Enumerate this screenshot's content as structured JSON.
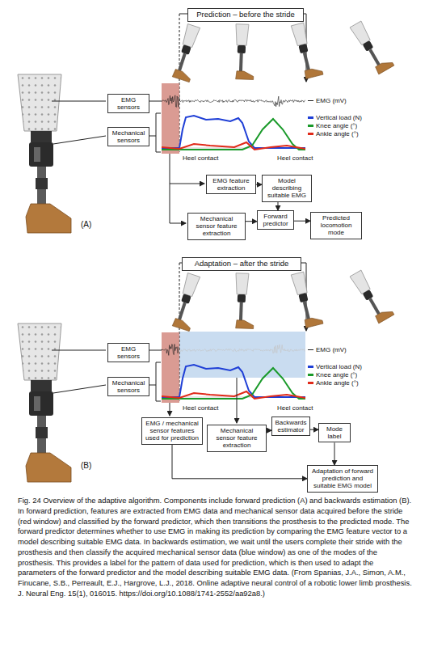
{
  "diagram": {
    "caption": "Fig. 24 Overview of the adaptive algorithm. Components include forward prediction (A) and backwards estimation (B). In forward prediction, features are extracted from EMG data and mechanical sensor data acquired before the stride (red window) and classified by the forward predictor, which then transitions the prosthesis to the predicted mode. The forward predictor determines whether to use EMG in making its prediction by comparing the EMG feature vector to a model describing suitable EMG data. In backwards estimation, we wait until the users complete their stride with the prosthesis and then classify the acquired mechanical sensor data (blue window) as one of the modes of the prosthesis. This provides a label for the pattern of data used for prediction, which is then used to adapt the parameters of the forward predictor and the model describing suitable EMG data. (From Spanias, J.A., Simon, A.M., Finucane, S.B., Perreault, E.J., Hargrove, L.J., 2018. Online adaptive neural control of a robotic lower limb prosthesis. J. Neural Eng. 15(1), 016015. https://doi.org/10.1088/1741-2552/aa92a8.)",
    "nodes": [
      {
        "text": [
          "Prediction – before the stride"
        ]
      },
      {
        "text": [
          "EMG sensors"
        ]
      },
      {
        "text": [
          "Mechanical sensors"
        ]
      },
      {
        "text": [
          "EMG feature extraction"
        ]
      },
      {
        "text": [
          "Model describing suitable EMG"
        ]
      },
      {
        "text": [
          "Mechanical sensor feature extraction"
        ]
      },
      {
        "text": [
          "Forward predictor"
        ]
      },
      {
        "text": [
          "Predicted locomotion mode"
        ]
      },
      {
        "text": [
          "Adaptation – after the stride"
        ]
      },
      {
        "text": [
          "EMG sensors"
        ]
      },
      {
        "text": [
          "Mechanical sensors"
        ]
      },
      {
        "text": [
          "EMG / mechanical sensor features used for prediction"
        ]
      },
      {
        "text": [
          "Mechanical sensor feature extraction"
        ]
      },
      {
        "text": [
          "Backwards estimator"
        ]
      },
      {
        "text": [
          "Mode label"
        ]
      },
      {
        "text": [
          "Adaptation of forward prediction and suitable EMG model"
        ]
      }
    ],
    "edges": [
      {
        "from": 3,
        "to": 4,
        "arrow": "to"
      },
      {
        "from": 4,
        "to": 6,
        "arrow": "to"
      },
      {
        "from": 5,
        "to": 6,
        "arrow": "to"
      },
      {
        "from": 6,
        "to": 7,
        "arrow": "to"
      },
      {
        "from": 12,
        "to": 13,
        "arrow": "to"
      },
      {
        "from": 13,
        "to": 14,
        "arrow": "to"
      },
      {
        "from": 14,
        "to": 15,
        "arrow": "to"
      },
      {
        "from": 11,
        "to": 15,
        "arrow": "to"
      }
    ],
    "labels": [
      "Heel contact",
      "Heel contact",
      "(A)",
      "Heel contact",
      "Heel contact",
      "(B)"
    ],
    "legend": [
      {
        "text": "EMG (mV)"
      },
      {
        "text": "Vertical load (N)",
        "color": "#1f3fd6"
      },
      {
        "text": "Knee angle (°)",
        "color": "#1a9a2a"
      },
      {
        "text": "Ankle angle (°)",
        "color": "#e02a1a"
      },
      {
        "text": "EMG (mV)"
      },
      {
        "text": "Vertical load (N)",
        "color": "#1f3fd6"
      },
      {
        "text": "Knee angle (°)",
        "color": "#1a9a2a"
      },
      {
        "text": "Ankle angle (°)",
        "color": "#e02a1a"
      }
    ]
  }
}
